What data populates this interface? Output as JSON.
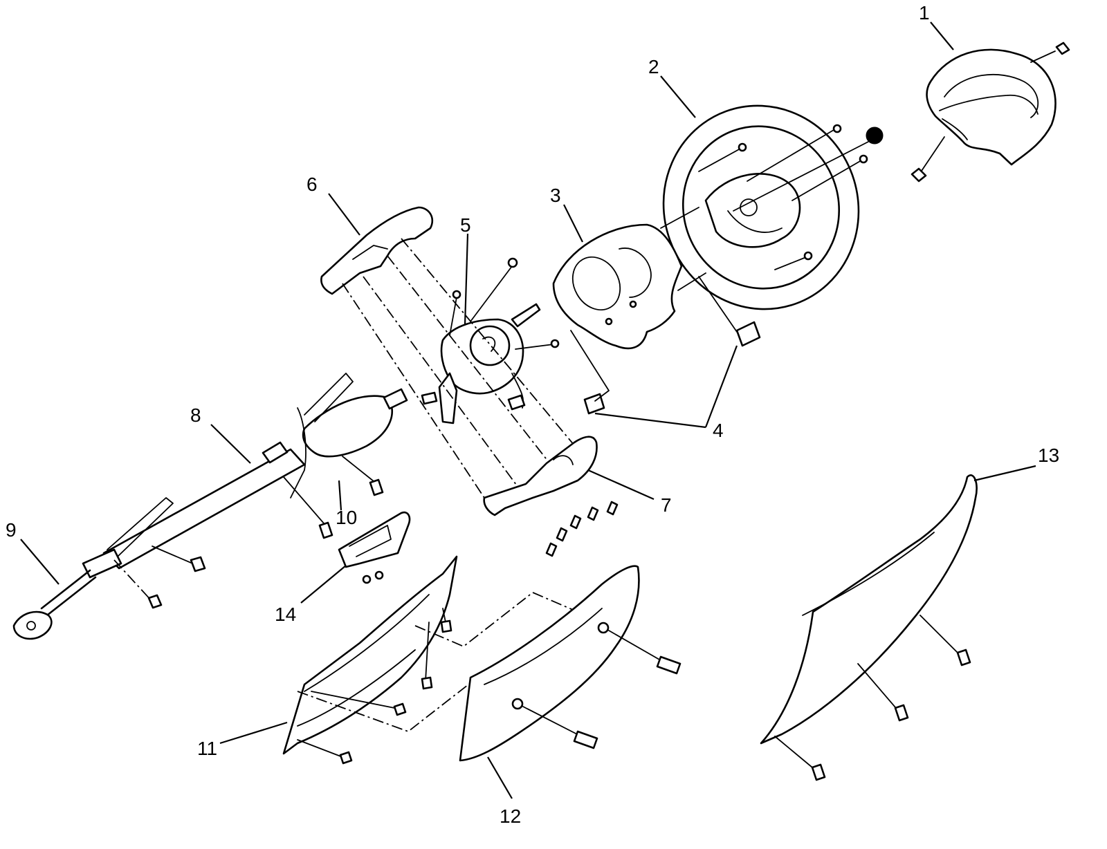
{
  "callouts": {
    "c1": "1",
    "c2": "2",
    "c3": "3",
    "c4": "4",
    "c5": "5",
    "c6": "6",
    "c7": "7",
    "c8": "8",
    "c9": "9",
    "c10": "10",
    "c11": "11",
    "c12": "12",
    "c13": "13",
    "c14": "14"
  },
  "parts": [
    {
      "id": "1",
      "icon": "airbag-module-icon"
    },
    {
      "id": "2",
      "icon": "steering-wheel-icon"
    },
    {
      "id": "3",
      "icon": "wheel-rear-cover-icon"
    },
    {
      "id": "4",
      "icon": "bracket-clip-icon"
    },
    {
      "id": "5",
      "icon": "combination-switch-icon"
    },
    {
      "id": "6",
      "icon": "upper-column-cover-icon"
    },
    {
      "id": "7",
      "icon": "lower-column-cover-icon"
    },
    {
      "id": "8",
      "icon": "steering-column-icon"
    },
    {
      "id": "9",
      "icon": "intermediate-shaft-icon"
    },
    {
      "id": "10",
      "icon": "column-bracket-icon"
    },
    {
      "id": "11",
      "icon": "lower-panel-reinforcement-icon"
    },
    {
      "id": "12",
      "icon": "knee-panel-icon"
    },
    {
      "id": "13",
      "icon": "under-cover-icon"
    },
    {
      "id": "14",
      "icon": "mounting-bracket-icon"
    }
  ]
}
